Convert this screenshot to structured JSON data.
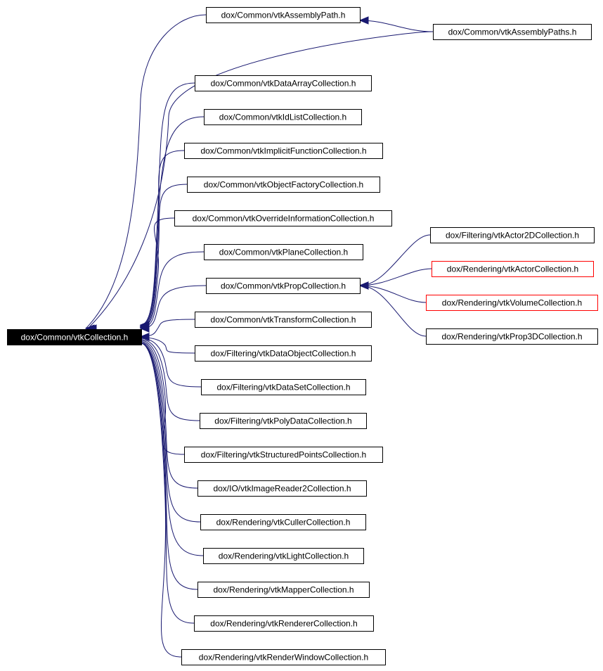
{
  "colors": {
    "edge": "#191970",
    "node_border": "#000000",
    "highlight_border": "#ff0000",
    "root_fill": "#000000",
    "root_text": "#ffffff"
  },
  "nodes": [
    {
      "id": "collection",
      "label": "dox/Common/vtkCollection.h",
      "style": "root"
    },
    {
      "id": "assemblypath",
      "label": "dox/Common/vtkAssemblyPath.h",
      "style": "normal"
    },
    {
      "id": "assemblypaths",
      "label": "dox/Common/vtkAssemblyPaths.h",
      "style": "normal"
    },
    {
      "id": "dataarraycollection",
      "label": "dox/Common/vtkDataArrayCollection.h",
      "style": "normal"
    },
    {
      "id": "idlistcollection",
      "label": "dox/Common/vtkIdListCollection.h",
      "style": "normal"
    },
    {
      "id": "implicitfunctioncollection",
      "label": "dox/Common/vtkImplicitFunctionCollection.h",
      "style": "normal"
    },
    {
      "id": "objectfactorycollection",
      "label": "dox/Common/vtkObjectFactoryCollection.h",
      "style": "normal"
    },
    {
      "id": "overrideinformationcollection",
      "label": "dox/Common/vtkOverrideInformationCollection.h",
      "style": "normal"
    },
    {
      "id": "planecollection",
      "label": "dox/Common/vtkPlaneCollection.h",
      "style": "normal"
    },
    {
      "id": "propcollection",
      "label": "dox/Common/vtkPropCollection.h",
      "style": "normal"
    },
    {
      "id": "transformcollection",
      "label": "dox/Common/vtkTransformCollection.h",
      "style": "normal"
    },
    {
      "id": "dataobjectcollection",
      "label": "dox/Filtering/vtkDataObjectCollection.h",
      "style": "normal"
    },
    {
      "id": "datasetcollection",
      "label": "dox/Filtering/vtkDataSetCollection.h",
      "style": "normal"
    },
    {
      "id": "polydatacollection",
      "label": "dox/Filtering/vtkPolyDataCollection.h",
      "style": "normal"
    },
    {
      "id": "structuredpointscollection",
      "label": "dox/Filtering/vtkStructuredPointsCollection.h",
      "style": "normal"
    },
    {
      "id": "imagereader2collection",
      "label": "dox/IO/vtkImageReader2Collection.h",
      "style": "normal"
    },
    {
      "id": "cullercollection",
      "label": "dox/Rendering/vtkCullerCollection.h",
      "style": "normal"
    },
    {
      "id": "lightcollection",
      "label": "dox/Rendering/vtkLightCollection.h",
      "style": "normal"
    },
    {
      "id": "mappercollection",
      "label": "dox/Rendering/vtkMapperCollection.h",
      "style": "normal"
    },
    {
      "id": "renderercollection",
      "label": "dox/Rendering/vtkRendererCollection.h",
      "style": "normal"
    },
    {
      "id": "renderwindowcollection",
      "label": "dox/Rendering/vtkRenderWindowCollection.h",
      "style": "normal"
    },
    {
      "id": "actor2dcollection",
      "label": "dox/Filtering/vtkActor2DCollection.h",
      "style": "normal"
    },
    {
      "id": "actorcollection",
      "label": "dox/Rendering/vtkActorCollection.h",
      "style": "red"
    },
    {
      "id": "volumecollection",
      "label": "dox/Rendering/vtkVolumeCollection.h",
      "style": "red"
    },
    {
      "id": "prop3dcollection",
      "label": "dox/Rendering/vtkProp3DCollection.h",
      "style": "normal"
    }
  ],
  "edges": [
    {
      "from": "assemblypath",
      "to": "collection"
    },
    {
      "from": "assemblypaths",
      "to": "assemblypath"
    },
    {
      "from": "assemblypaths",
      "to": "collection"
    },
    {
      "from": "dataarraycollection",
      "to": "collection"
    },
    {
      "from": "idlistcollection",
      "to": "collection"
    },
    {
      "from": "implicitfunctioncollection",
      "to": "collection"
    },
    {
      "from": "objectfactorycollection",
      "to": "collection"
    },
    {
      "from": "overrideinformationcollection",
      "to": "collection"
    },
    {
      "from": "planecollection",
      "to": "collection"
    },
    {
      "from": "propcollection",
      "to": "collection"
    },
    {
      "from": "transformcollection",
      "to": "collection"
    },
    {
      "from": "dataobjectcollection",
      "to": "collection"
    },
    {
      "from": "datasetcollection",
      "to": "collection"
    },
    {
      "from": "polydatacollection",
      "to": "collection"
    },
    {
      "from": "structuredpointscollection",
      "to": "collection"
    },
    {
      "from": "imagereader2collection",
      "to": "collection"
    },
    {
      "from": "cullercollection",
      "to": "collection"
    },
    {
      "from": "lightcollection",
      "to": "collection"
    },
    {
      "from": "mappercollection",
      "to": "collection"
    },
    {
      "from": "renderercollection",
      "to": "collection"
    },
    {
      "from": "renderwindowcollection",
      "to": "collection"
    },
    {
      "from": "actor2dcollection",
      "to": "propcollection"
    },
    {
      "from": "actorcollection",
      "to": "propcollection"
    },
    {
      "from": "volumecollection",
      "to": "propcollection"
    },
    {
      "from": "prop3dcollection",
      "to": "propcollection"
    }
  ]
}
